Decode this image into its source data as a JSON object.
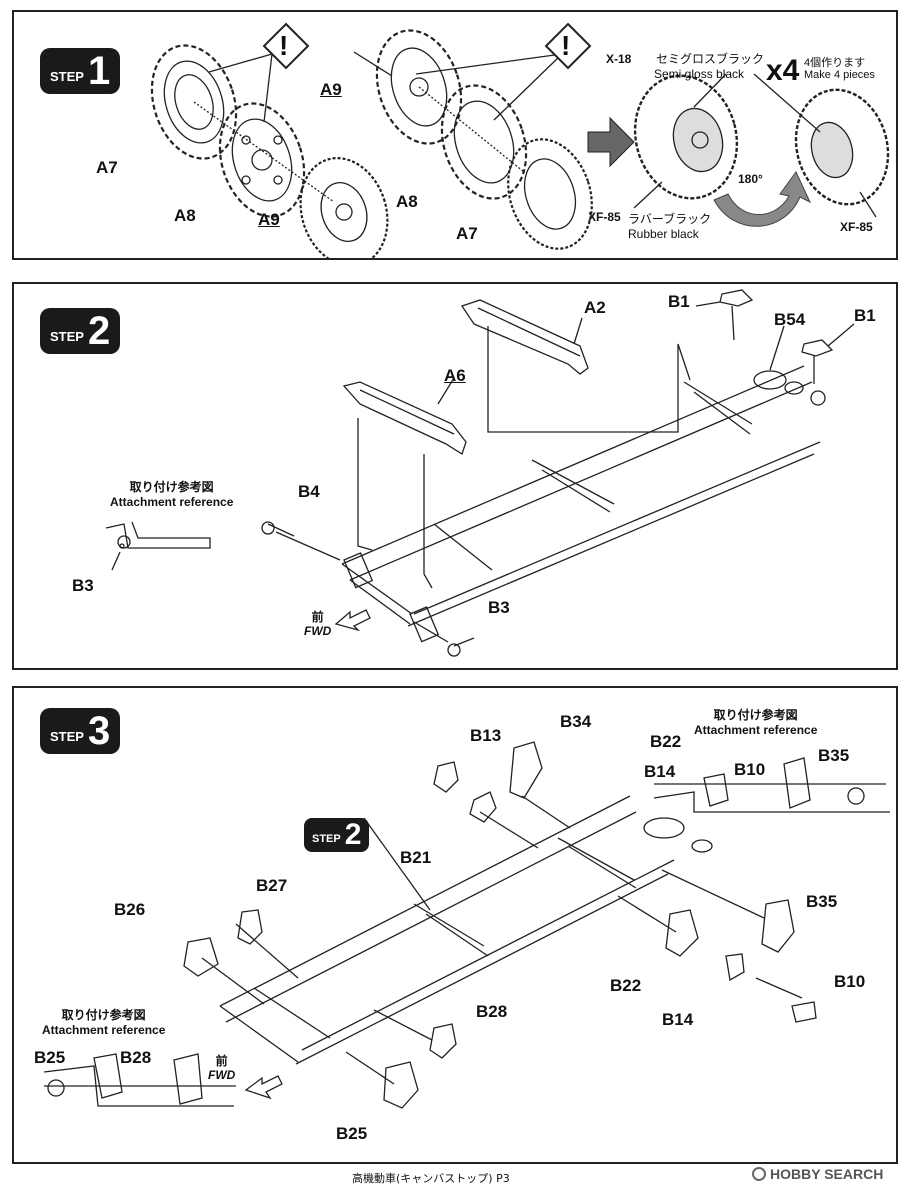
{
  "step1": {
    "badge_word": "STEP",
    "badge_num": "1",
    "parts": {
      "a7_left": "A7",
      "a8_left": "A8",
      "a9_left": "A9",
      "a9_top": "A9",
      "a8_right": "A8",
      "a7_right": "A7"
    },
    "paint_top_code": "X-18",
    "paint_top_jp": "セミグロスブラック",
    "paint_top_en": "Semi gloss black",
    "multiplier": "x4",
    "multiplier_jp": "4個作ります",
    "multiplier_en": "Make 4 pieces",
    "paint_bottom_code": "XF-85",
    "paint_bottom_jp": "ラバーブラック",
    "paint_bottom_en": "Rubber black",
    "rotation": "180°",
    "paint_right_code": "XF-85",
    "warning_symbol": "!"
  },
  "step2": {
    "badge_word": "STEP",
    "badge_num": "2",
    "parts": {
      "a2": "A2",
      "a6": "A6",
      "b1_left": "B1",
      "b54": "B54",
      "b1_right": "B1",
      "b4": "B4",
      "b3_ref": "B3",
      "b3": "B3"
    },
    "ref_jp": "取り付け参考図",
    "ref_en": "Attachment reference",
    "fwd_jp": "前",
    "fwd_en": "FWD"
  },
  "step3": {
    "badge_word": "STEP",
    "badge_num": "3",
    "sub_badge_word": "STEP",
    "sub_badge_num": "2",
    "parts": {
      "b13": "B13",
      "b34": "B34",
      "b21": "B21",
      "b22_ref": "B22",
      "b14_ref": "B14",
      "b10_ref": "B10",
      "b35_ref": "B35",
      "b27": "B27",
      "b26": "B26",
      "b35": "B35",
      "b22": "B22",
      "b10": "B10",
      "b14": "B14",
      "b28": "B28",
      "b25_ref": "B25",
      "b28_ref": "B28",
      "b25": "B25"
    },
    "ref_jp": "取り付け参考図",
    "ref_en": "Attachment reference",
    "ref2_jp": "取り付け参考図",
    "ref2_en": "Attachment reference",
    "fwd_jp": "前",
    "fwd_en": "FWD"
  },
  "footer": {
    "text": "高機動車(キャンバストップ)  P3",
    "watermark": "HOBBY SEARCH"
  }
}
